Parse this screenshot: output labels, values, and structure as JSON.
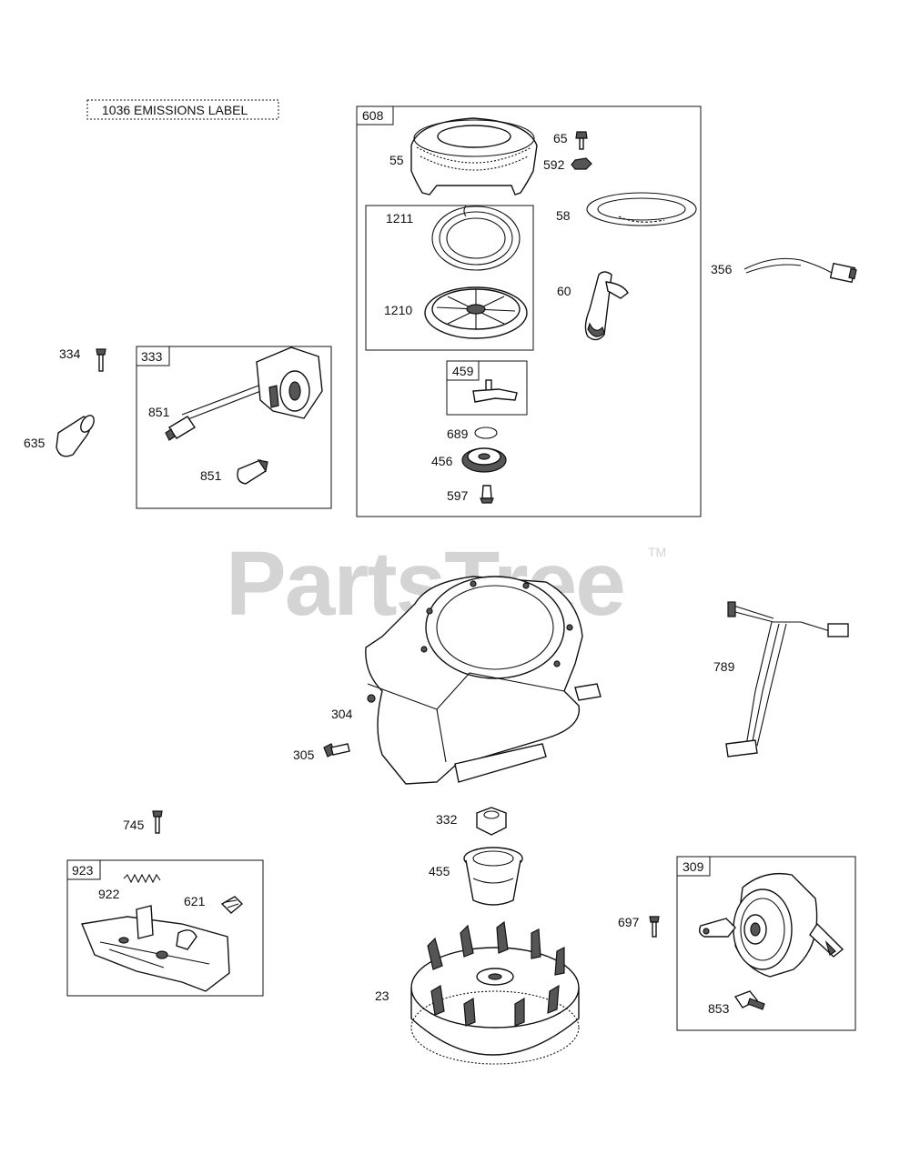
{
  "watermark": {
    "text": "PartsTree",
    "trademark": "TM"
  },
  "emissions_label": "1036 EMISSIONS LABEL",
  "groups": {
    "g608": "608",
    "g333": "333",
    "g459": "459",
    "g923": "923",
    "g309": "309"
  },
  "labels": {
    "p55": "55",
    "p65": "65",
    "p592": "592",
    "p58": "58",
    "p1211": "1211",
    "p1210": "1210",
    "p60": "60",
    "p356": "356",
    "p689": "689",
    "p456": "456",
    "p597": "597",
    "p334": "334",
    "p851a": "851",
    "p851b": "851",
    "p635": "635",
    "p304": "304",
    "p305": "305",
    "p789": "789",
    "p745": "745",
    "p332": "332",
    "p455": "455",
    "p922": "922",
    "p621": "621",
    "p697": "697",
    "p23": "23",
    "p853": "853"
  }
}
